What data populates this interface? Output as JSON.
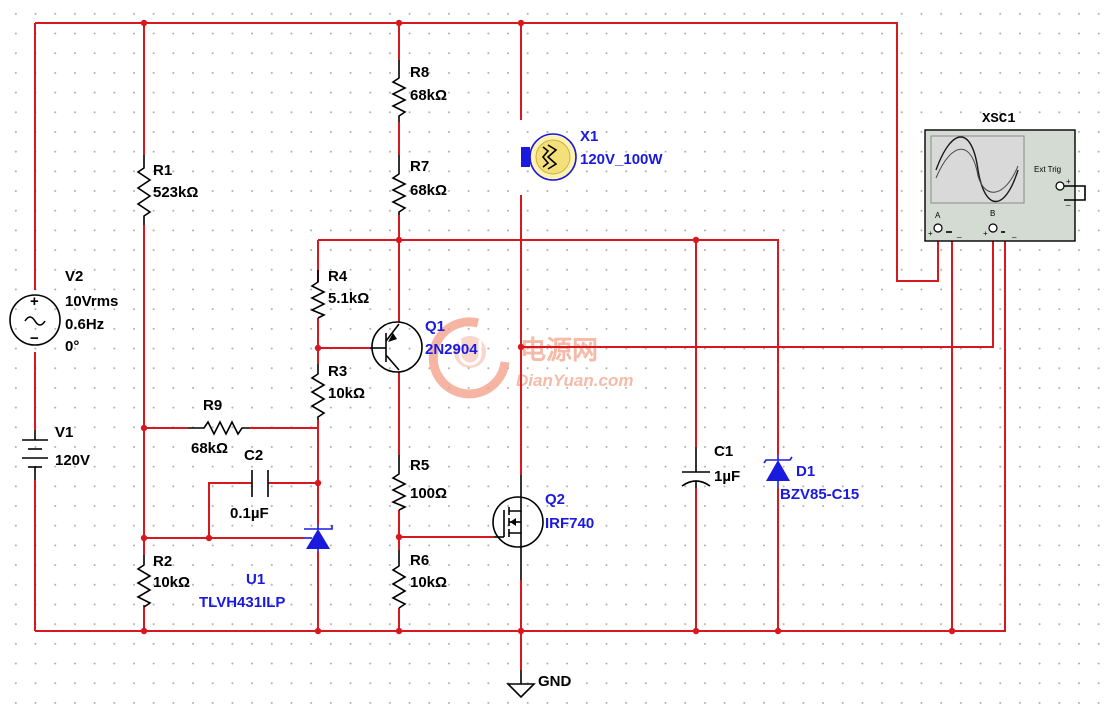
{
  "components": {
    "R1": {
      "ref": "R1",
      "value": "523kΩ"
    },
    "R2": {
      "ref": "R2",
      "value": "10kΩ"
    },
    "R3": {
      "ref": "R3",
      "value": "10kΩ"
    },
    "R4": {
      "ref": "R4",
      "value": "5.1kΩ"
    },
    "R5": {
      "ref": "R5",
      "value": "100Ω"
    },
    "R6": {
      "ref": "R6",
      "value": "10kΩ"
    },
    "R7": {
      "ref": "R7",
      "value": "68kΩ"
    },
    "R8": {
      "ref": "R8",
      "value": "68kΩ"
    },
    "R9": {
      "ref": "R9",
      "value": "68kΩ"
    },
    "C1": {
      "ref": "C1",
      "value": "1µF"
    },
    "C2": {
      "ref": "C2",
      "value": "0.1µF"
    },
    "V1": {
      "ref": "V1",
      "value": "120V"
    },
    "V2": {
      "ref": "V2",
      "value": "10Vrms",
      "freq": "0.6Hz",
      "phase": "0°"
    },
    "Q1": {
      "ref": "Q1",
      "part": "2N2904"
    },
    "Q2": {
      "ref": "Q2",
      "part": "IRF740"
    },
    "U1": {
      "ref": "U1",
      "part": "TLVH431ILP"
    },
    "D1": {
      "ref": "D1",
      "part": "BZV85-C15"
    },
    "X1": {
      "ref": "X1",
      "part": "120V_100W"
    },
    "XSC1": {
      "ref": "XSC1",
      "ch_a": "A",
      "ch_b": "B",
      "ext_trig": "Ext Trig",
      "plus": "+",
      "minus": "_"
    },
    "gnd": {
      "label": "GND"
    }
  },
  "watermark": {
    "cn": "电源网",
    "site": "DianYuan.com"
  },
  "colors": {
    "wire": "#d8181f",
    "blue_label": "#1a1adf",
    "watermark": "#f3a38b",
    "scope_body": "#d3dbd3",
    "scope_screen": "#d9d9d9"
  }
}
